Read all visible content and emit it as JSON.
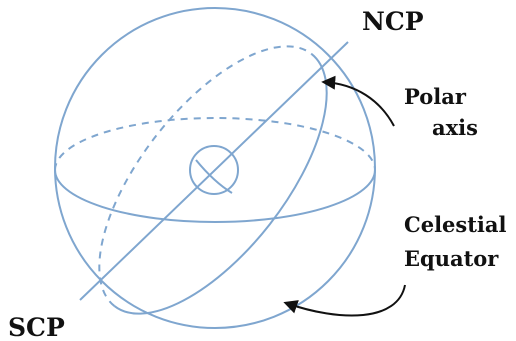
{
  "labels": {
    "ncp": "NCP",
    "scp": "SCP",
    "polar_axis": [
      "Polar",
      "axis"
    ],
    "celestial_equator": [
      "Celestial",
      "Equator"
    ]
  },
  "colors": {
    "sphere_stroke": "#7fa6cf",
    "text": "#111111",
    "background": "#ffffff"
  }
}
